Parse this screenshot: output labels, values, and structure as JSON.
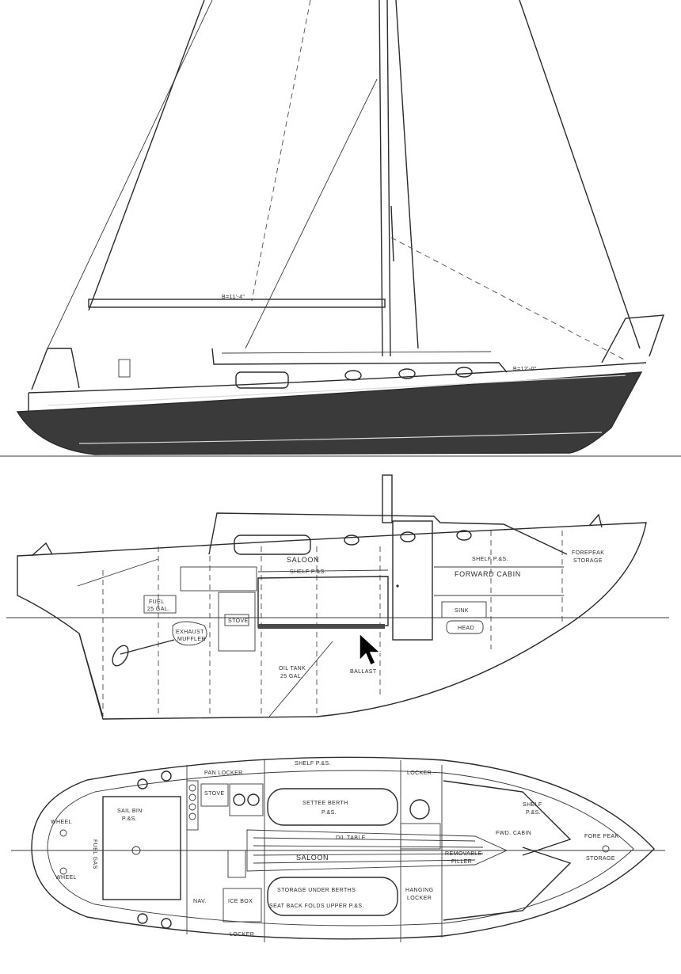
{
  "colors": {
    "ink": "#2b2b2b",
    "hull_fill": "#3a3a3a",
    "paper": "#ffffff",
    "accent_seat": "#4a4a4a"
  },
  "sail_plan": {
    "boom_dimension": "B=11'-4\"",
    "foretriangle_dimension": "B=12'-0\""
  },
  "profile": {
    "labels": {
      "saloon": "SALOON",
      "shelf_saloon": "SHELF P.&S.",
      "shelf_forward": "SHELF P.&S.",
      "forward_cabin": "FORWARD CABIN",
      "forepeak_storage_1": "FOREPEAK",
      "forepeak_storage_2": "STORAGE",
      "fuel_tank_1": "FUEL",
      "fuel_tank_2": "25 GAL.",
      "exhaust_1": "EXHAUST",
      "exhaust_2": "MUFFLER",
      "stove": "STOVE",
      "oil_tank_1": "OIL TANK",
      "oil_tank_2": "25 GAL.",
      "ballast": "BALLAST",
      "sink": "SINK",
      "head": "HEAD"
    }
  },
  "plan": {
    "labels": {
      "pan_locker": "PAN LOCKER",
      "shelf_ps": "SHELF P.&S.",
      "locker_top": "LOCKER",
      "sail_bin": "SAIL BIN",
      "sail_bin_ps": "P.&S.",
      "fuel_gas": "FUEL GAS",
      "nav_left": "NAV.",
      "settee_berth": "SETTEE BERTH",
      "settee_berth_ps": "P.&S.",
      "dl_table": "D/L TABLE",
      "saloon": "SALOON",
      "forward_cabin": "FWD. CABIN",
      "shelf_fwd": "SHELF",
      "shelf_fwd_ps": "P.&S.",
      "removable_filler_1": "REMOVABLE",
      "removable_filler_2": "FILLER",
      "forepeak_1": "FORE PEAK",
      "forepeak_2": "STORAGE",
      "storage_under_berths": "STORAGE UNDER BERTHS",
      "seat_back": "SEAT BACK FOLDS UPPER P.&S.",
      "hanging_locker_1": "HANGING",
      "hanging_locker_2": "LOCKER",
      "ice_box": "ICE BOX",
      "locker_bottom": "LOCKER",
      "stove_oven": "STOVE",
      "wheel_left_top": "WHEEL",
      "wheel_left_bottom": "WHEEL"
    }
  }
}
